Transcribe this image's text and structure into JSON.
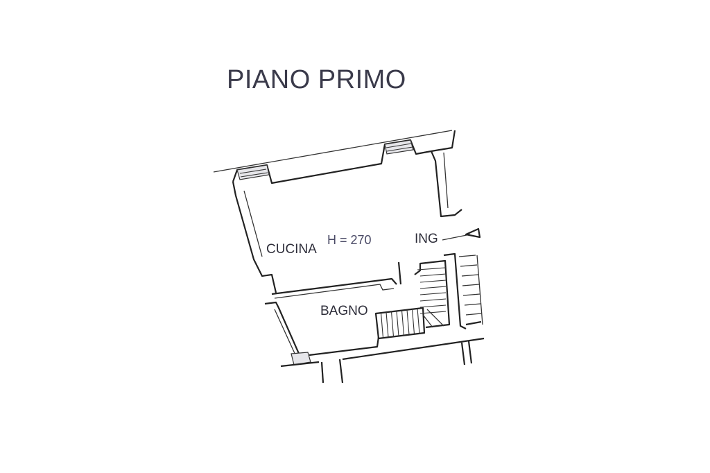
{
  "plan": {
    "title": "PIANO PRIMO",
    "rooms": [
      {
        "name": "CUCINA"
      },
      {
        "name": "BAGNO"
      }
    ],
    "height_label": "H = 270",
    "entrance_label": "ING"
  }
}
